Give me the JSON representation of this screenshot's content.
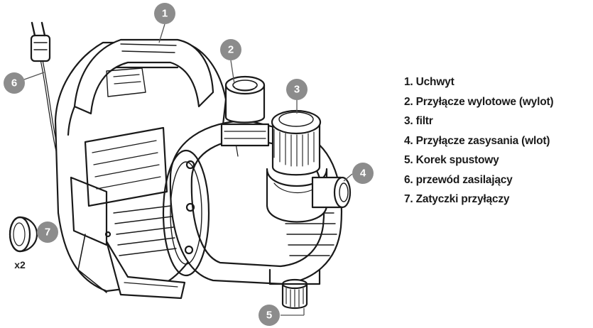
{
  "callouts": [
    {
      "id": "1"
    },
    {
      "id": "2"
    },
    {
      "id": "3"
    },
    {
      "id": "4"
    },
    {
      "id": "5"
    },
    {
      "id": "6"
    },
    {
      "id": "7"
    }
  ],
  "caps_quantity": "x2",
  "legend": [
    "1. Uchwyt",
    "2. Przyłącze wylotowe (wylot)",
    "3. filtr",
    "4. Przyłącze zasysania (wlot)",
    "5. Korek spustowy",
    "6. przewód zasilający",
    "7. Zatyczki przyłączy"
  ],
  "colors": {
    "callout_fill": "#8c8c8c",
    "line_art": "#1a1a1a"
  }
}
